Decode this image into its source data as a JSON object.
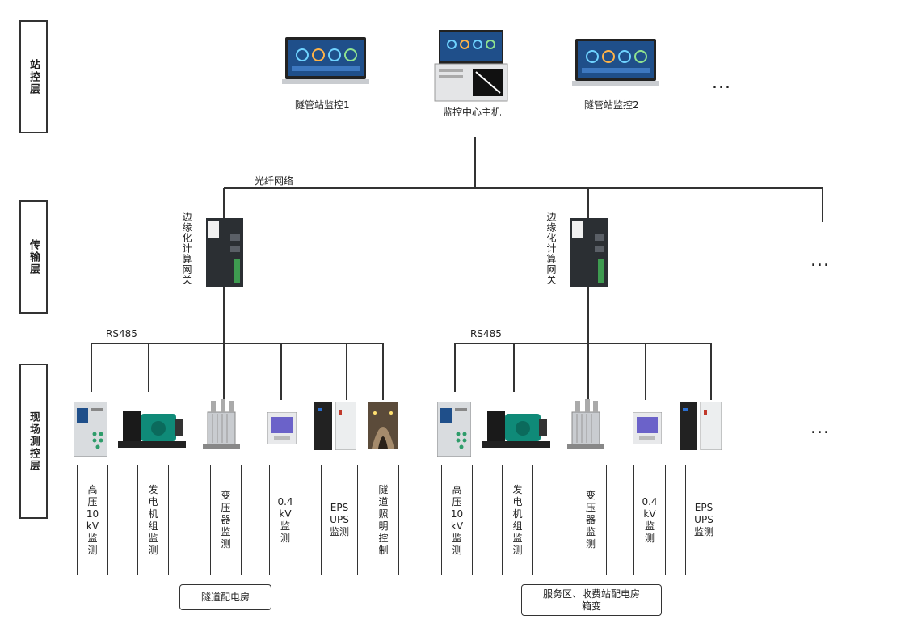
{
  "layers": {
    "station": "站控层",
    "transport": "传输层",
    "field": "现场测控层"
  },
  "station": {
    "monitor1_label": "隧管站监控1",
    "host_label": "监控中心主机",
    "monitor2_label": "隧管站监控2",
    "more": "..."
  },
  "network": {
    "fiber_label": "光纤网络",
    "more": "..."
  },
  "gateways": {
    "left_label": "边缘化计算网关",
    "right_label": "边缘化计算网关"
  },
  "bus": {
    "left_label": "RS485",
    "right_label": "RS485"
  },
  "field_left": {
    "items": [
      {
        "label": "高\n压\n10\nkV\n监\n测",
        "icon": "protection-relay-icon"
      },
      {
        "label": "发\n电\n机\n组\n监\n测",
        "icon": "generator-icon"
      },
      {
        "label": "变\n压\n器\n监\n测",
        "icon": "transformer-icon"
      },
      {
        "label": "0.4\nkV\n监\n测",
        "icon": "power-meter-icon"
      },
      {
        "label": "EPS\nUPS\n监测",
        "icon": "ups-cabinet-icon"
      },
      {
        "label": "隧\n道\n照\n明\n控\n制",
        "icon": "tunnel-light-icon"
      }
    ],
    "group_label": "隧道配电房"
  },
  "field_right": {
    "items": [
      {
        "label": "高\n压\n10\nkV\n监\n测",
        "icon": "protection-relay-icon"
      },
      {
        "label": "发\n电\n机\n组\n监\n测",
        "icon": "generator-icon"
      },
      {
        "label": "变\n压\n器\n监\n测",
        "icon": "transformer-icon"
      },
      {
        "label": "0.4\nkV\n监\n测",
        "icon": "power-meter-icon"
      },
      {
        "label": "EPS\nUPS\n监测",
        "icon": "ups-cabinet-icon"
      }
    ],
    "group_label": "服务区、收费站配电房\n箱变",
    "more": "..."
  },
  "colors": {
    "wire": "#333333",
    "screen": "#1f4f8a",
    "generator": "#0f8a78",
    "device_gray": "#d9dcdf"
  }
}
